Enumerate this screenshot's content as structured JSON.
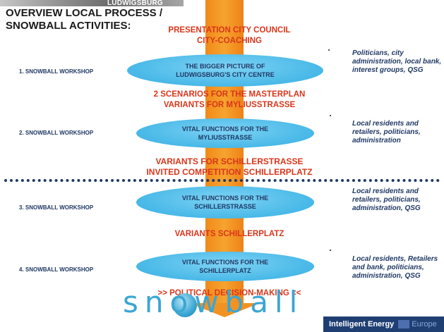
{
  "header": {
    "brand": "LUDWIGSBURG",
    "title_line1": "OVERVIEW LOCAL PROCESS /",
    "title_line2": "SNOWBALL ACTIVITIES:"
  },
  "steps": {
    "s1_line1": "PRESENTATION CITY COUNCIL",
    "s1_line2": "CITY-COACHING",
    "s2_line1": "2 SCENARIOS FOR THE MASTERPLAN",
    "s2_line2": "VARIANTS FOR MYLIUSSTRASSE",
    "s3_line1": "VARIANTS FOR SCHILLERSTRASSE",
    "s3_line2": "INVITED COMPETITION SCHILLERPLATZ",
    "s4": "VARIANTS SCHILLERPLATZ",
    "s5": ">> POLITICAL DECISION-MAKING <<"
  },
  "workshops": [
    {
      "label": "1. SNOWBALL WORKSHOP",
      "topic_line1": "THE BIGGER PICTURE OF",
      "topic_line2": "LUDWIGSBURG'S CITY CENTRE",
      "stakeholders": "Politicians, city administration, local bank, interest groups, QSG"
    },
    {
      "label": "2. SNOWBALL WORKSHOP",
      "topic_line1": "VITAL FUNCTIONS FOR THE",
      "topic_line2": "MYLIUSSTRASSE",
      "stakeholders": "Local residents and retailers, politicians, administration"
    },
    {
      "label": "3. SNOWBALL WORKSHOP",
      "topic_line1": "VITAL FUNCTIONS FOR THE",
      "topic_line2": "SCHILLERSTRASSE",
      "stakeholders": "Local residents and retailers, politicians, administration, QSG"
    },
    {
      "label": "4. SNOWBALL WORKSHOP",
      "topic_line1": "VITAL FUNCTIONS FOR THE",
      "topic_line2": "SCHILLERPLATZ",
      "stakeholders": "Local residents, Retailers and bank, politicians, administration, QSG"
    }
  ],
  "footer": {
    "logo_text": "snowball",
    "partner": "Intelligent Energy",
    "partner_suffix": "Europe"
  },
  "colors": {
    "arrow": "#f29321",
    "step_text": "#d9361b",
    "ellipse": "#4fbce9",
    "navy": "#1f3864"
  }
}
